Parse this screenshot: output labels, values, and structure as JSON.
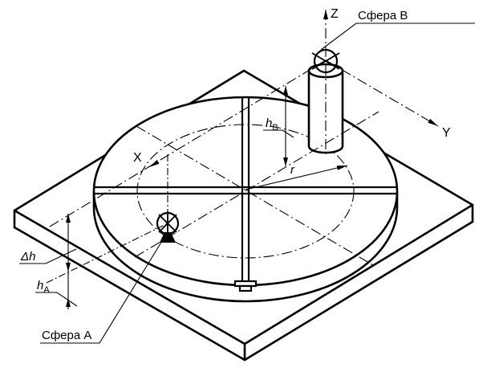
{
  "diagram": {
    "type": "isometric-technical-drawing",
    "background_color": "#ffffff",
    "stroke_color": "#000000",
    "labels": {
      "sphere_b": "Сфера B",
      "sphere_a": "Сфера A",
      "axis_x": "X",
      "axis_y": "Y",
      "axis_z": "Z",
      "radius": "r",
      "delta_h": "Δh",
      "height_b": {
        "base": "h",
        "sub": "B"
      },
      "height_a": {
        "base": "h",
        "sub": "A"
      }
    }
  }
}
